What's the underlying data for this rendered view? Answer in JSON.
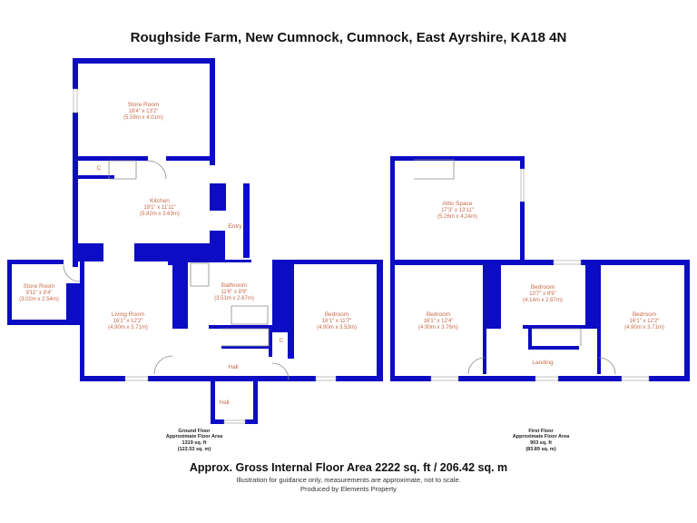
{
  "title": "Roughside Farm, New Cumnock, Cumnock, East Ayrshire, KA18 4N",
  "wall_color": "#0c0cc4",
  "label_color": "#c86a4a",
  "ground_floor": {
    "rooms": [
      {
        "name": "Store Room",
        "imperial": "18'4\" x 13'2\"",
        "metric": "(5.59m x 4.01m)"
      },
      {
        "name": "Kitchen",
        "imperial": "19'1\" x 11'11\"",
        "metric": "(5.82m x 3.63m)"
      },
      {
        "name": "Store Room",
        "imperial": "9'11\" x 8'4\"",
        "metric": "(3.02m x 2.54m)"
      },
      {
        "name": "Living Room",
        "imperial": "16'1\" x 12'2\"",
        "metric": "(4.90m x 3.71m)"
      },
      {
        "name": "Bathroom",
        "imperial": "11'6\" x 8'9\"",
        "metric": "(3.51m x 2.67m)"
      },
      {
        "name": "Bedroom",
        "imperial": "16'1\" x 11'7\"",
        "metric": "(4.90m x 3.53m)"
      }
    ],
    "labels": {
      "c1": "C",
      "c2": "C",
      "entry": "Entry",
      "hall": "Hall",
      "hall2": "Hall"
    },
    "caption": [
      "Ground Floor",
      "Approximate Floor Area",
      "1319 sq. ft",
      "(122.53 sq. m)"
    ]
  },
  "first_floor": {
    "rooms": [
      {
        "name": "Attic Space",
        "imperial": "17'3\" x 13'11\"",
        "metric": "(5.26m x 4.24m)"
      },
      {
        "name": "Bedroom",
        "imperial": "16'1\" x 12'4\"",
        "metric": "(4.90m x 3.76m)"
      },
      {
        "name": "Bedroom",
        "imperial": "13'7\" x 8'9\"",
        "metric": "(4.14m x 2.67m)"
      },
      {
        "name": "Bedroom",
        "imperial": "16'1\" x 12'2\"",
        "metric": "(4.90m x 3.71m)"
      }
    ],
    "labels": {
      "landing": "Landing"
    },
    "caption": [
      "First Floor",
      "Approximate Floor Area",
      "903 sq. ft",
      "(83.89 sq. m)"
    ]
  },
  "footer": {
    "gross": "Approx. Gross Internal Floor Area 2222 sq. ft / 206.42 sq. m",
    "disclaimer": "Illustration for guidance only, measurements are approximate, not to scale.",
    "producer": "Produced by Elements Property"
  }
}
